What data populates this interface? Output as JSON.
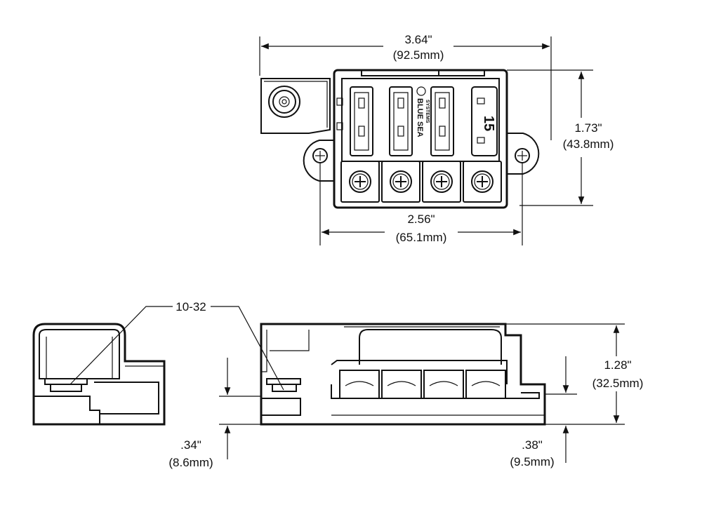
{
  "dimensions": {
    "overall_width": {
      "inches": "3.64\"",
      "mm": "(92.5mm)"
    },
    "height_top": {
      "inches": "1.73\"",
      "mm": "(43.8mm)"
    },
    "mount_spacing": {
      "inches": "2.56\"",
      "mm": "(65.1mm)"
    },
    "overall_height": {
      "inches": "1.28\"",
      "mm": "(32.5mm)"
    },
    "left_stud_height": {
      "inches": ".34\"",
      "mm": "(8.6mm)"
    },
    "right_stud_height": {
      "inches": ".38\"",
      "mm": "(9.5mm)"
    }
  },
  "callouts": {
    "thread": "10-32"
  },
  "logo": {
    "line1": "BLUE SEA",
    "line2": "SYSTEMS"
  },
  "fuse_label": "15",
  "colors": {
    "ink": "#111111",
    "background": "#ffffff"
  }
}
